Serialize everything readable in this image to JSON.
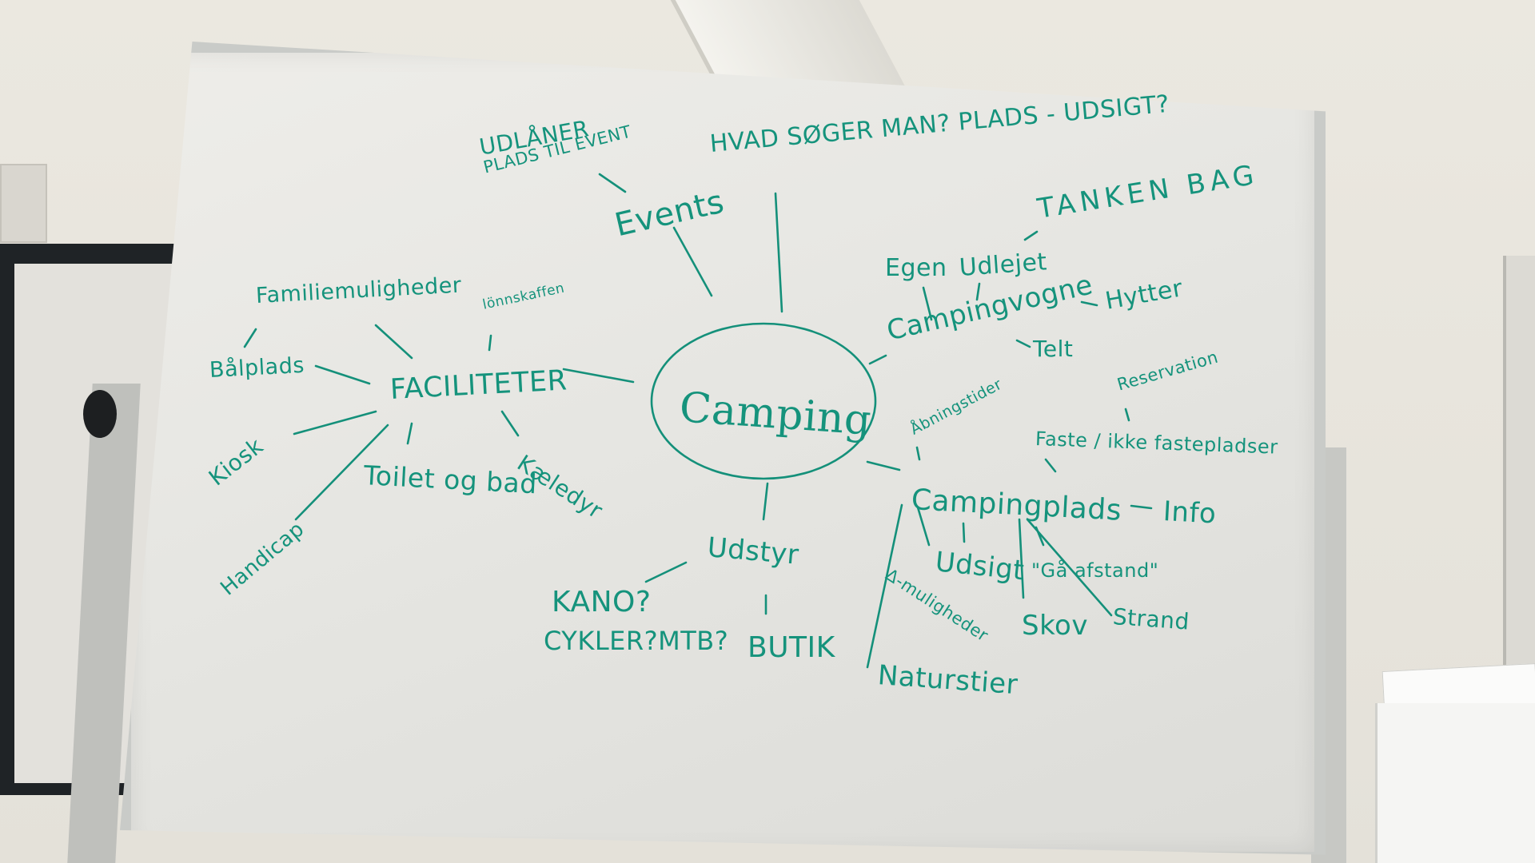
{
  "photo": {
    "ink_color": "#15937c",
    "board_color": "#e8e8e4"
  },
  "mindmap": {
    "center": "Camping",
    "faciliteter": "FACILITETER",
    "familie": "Familiemuligheder",
    "baalplads": "Bålplads",
    "loneskaf": "lönnskaffen",
    "kiosk": "Kiosk",
    "toilet": "Toilet og bad",
    "kaeledyr": "Kæledyr",
    "handicap": "Handicap",
    "events": "Events",
    "udlaaner": "UDLÅNER",
    "plads_event": "PLADS TIL EVENT",
    "hvad_soger": "HVAD SØGER MAN? PLADS - UDSIGT?",
    "tanken_bag": "TANKEN BAG",
    "egen": "Egen",
    "udlejet": "Udlejet",
    "campingvogne": "Campingvogne",
    "hytter": "Hytter",
    "telt": "Telt",
    "reservation": "Reservation",
    "aabningstider": "Åbningstider",
    "faste": "Faste / ikke fastepladser",
    "campingplads": "Campingplads",
    "info": "Info",
    "udsigt": "Udsigt",
    "gaa_afstand": "\"Gå afstand\"",
    "muligheder": "Δ-muligheder",
    "strand": "Strand",
    "skov": "Skov",
    "naturstier": "Naturstier",
    "udstyr": "Udstyr",
    "kano": "KANO?",
    "cykler": "CYKLER?MTB?",
    "butik": "BUTIK"
  }
}
